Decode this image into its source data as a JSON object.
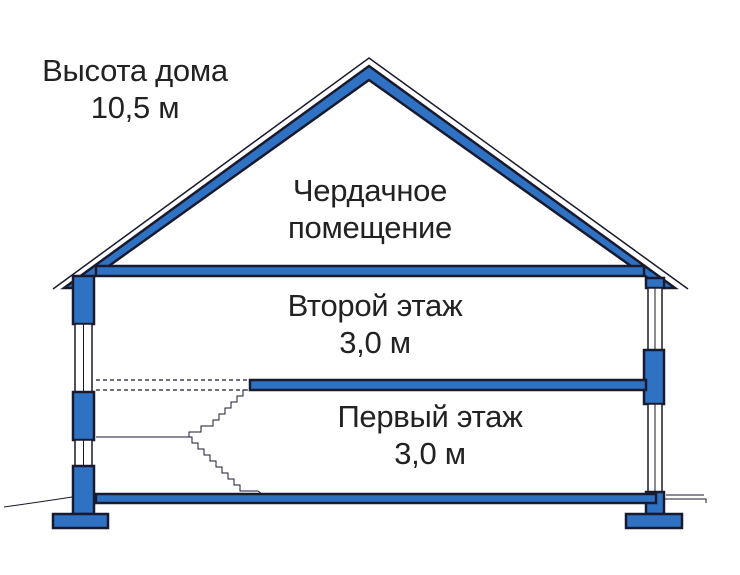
{
  "labels": {
    "house_height": {
      "title": "Высота дома",
      "value": "10,5 м"
    },
    "attic": {
      "line1": "Чердачное",
      "line2": "помещение"
    },
    "second_floor": {
      "title": "Второй этаж",
      "value": "3,0 м"
    },
    "first_floor": {
      "title": "Первый этаж",
      "value": "3,0 м"
    }
  },
  "colors": {
    "structure_fill": "#2f72c4",
    "outline": "#1a1a2e",
    "text": "#222222",
    "background": "#ffffff"
  }
}
